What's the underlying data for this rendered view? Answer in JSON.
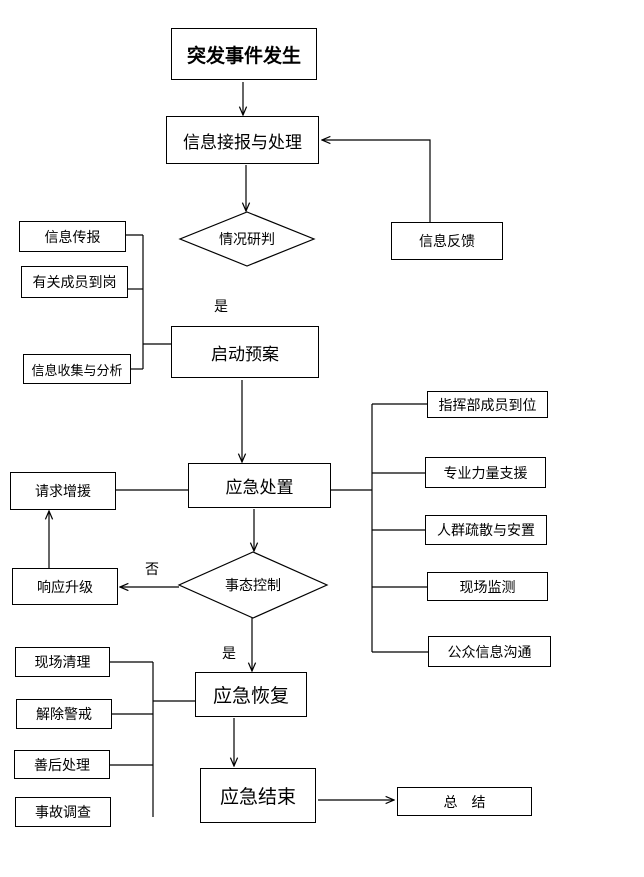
{
  "nodes": {
    "start": "突发事件发生",
    "receive": "信息接报与处理",
    "judge": "情况研判",
    "feedback": "信息反馈",
    "report": "信息传报",
    "staff": "有关成员到岗",
    "collect": "信息收集与分析",
    "launch": "启动预案",
    "handle": "应急处置",
    "reinforce": "请求增援",
    "command": "指挥部成员到位",
    "support": "专业力量支援",
    "evacuate": "人群疏散与安置",
    "monitor": "现场监测",
    "public": "公众信息沟通",
    "control": "事态控制",
    "upgrade": "响应升级",
    "recover": "应急恢复",
    "clean": "现场清理",
    "alert": "解除警戒",
    "aftermath": "善后处理",
    "investigate": "事故调查",
    "end": "应急结束",
    "summary": "总　结"
  },
  "labels": {
    "yes1": "是",
    "no": "否",
    "yes2": "是"
  }
}
